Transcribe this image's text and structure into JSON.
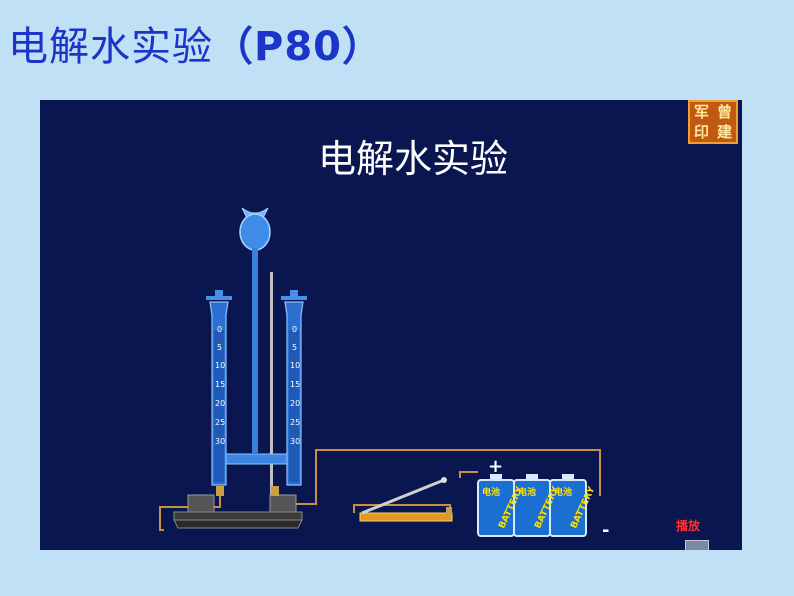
{
  "slide": {
    "title_main": "电解水实验",
    "title_paren": "（P80）"
  },
  "stage": {
    "title": "电解水实验",
    "seal_chars": [
      "军",
      "曾",
      "印",
      "建"
    ],
    "play_label": "播放",
    "plus_sign": "+",
    "minus_sign": "-",
    "tube_scale": [
      "0",
      "5",
      "10",
      "15",
      "20",
      "25",
      "30"
    ],
    "battery_labels": [
      "BATTERY",
      "BATTERY",
      "BATTERY"
    ],
    "battery_top_label": "电池"
  },
  "colors": {
    "background": "#bfe0f5",
    "title": "#1b35c8",
    "stage_bg": "#0a1650",
    "wire": "#c89040",
    "battery": "#1a6fd0"
  }
}
